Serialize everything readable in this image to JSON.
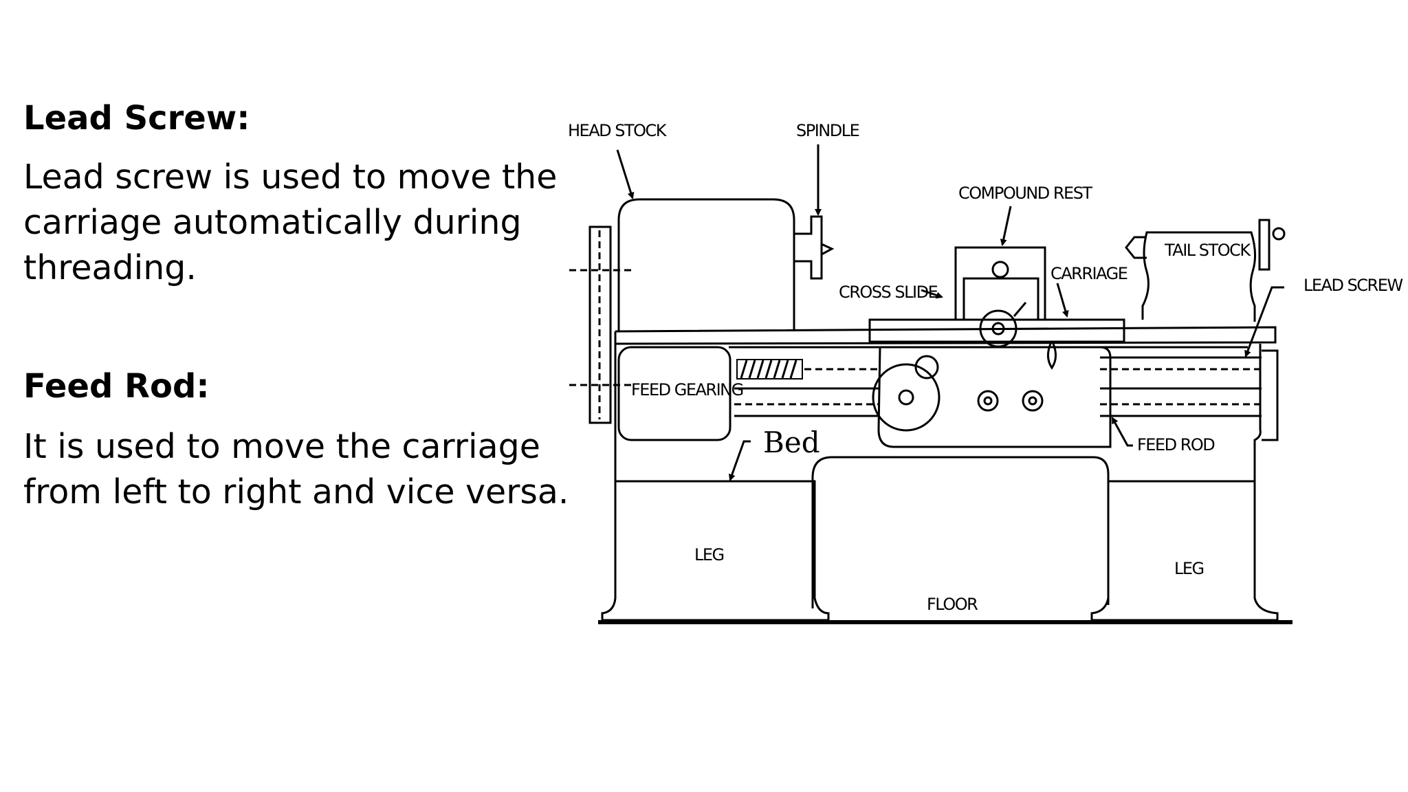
{
  "lead_screw": {
    "heading": "Lead Screw:",
    "lines": [
      "Lead screw is used to move the",
      "carriage automatically during",
      "threading."
    ]
  },
  "feed_rod": {
    "heading": "Feed Rod:",
    "lines": [
      "It is used to move the carriage",
      "from left to right and vice versa."
    ]
  },
  "diagram": {
    "labels": {
      "head_stock": "HEAD STOCK",
      "spindle": "SPINDLE",
      "compound_rest": "COMPOUND REST",
      "tail_stock": "TAIL STOCK",
      "carriage": "CARRIAGE",
      "cross_slide": "CROSS SLIDE",
      "lead_screw": "LEAD SCREW",
      "feed_gearing": "FEED GEARING",
      "bed": "Bed",
      "feed_rod": "FEED ROD",
      "leg_left": "LEG",
      "leg_right": "LEG",
      "floor": "FLOOR"
    }
  }
}
